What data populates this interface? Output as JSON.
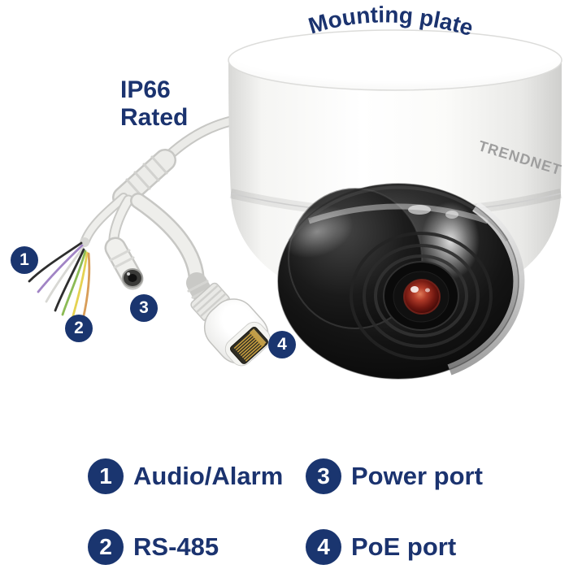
{
  "annotations": {
    "mounting_plate": "Mounting plate",
    "ip_rating_line1": "IP66",
    "ip_rating_line2": "Rated",
    "text_color": "#1b336f"
  },
  "camera": {
    "brand": "TRENDNET",
    "body_color": "#f6f6f4",
    "dome_color": "#141414",
    "lens_red": "#8e2418",
    "logo_gray": "#9e9e9e",
    "silver_rim": "#b5b5b5"
  },
  "markers": [
    {
      "number": "1"
    },
    {
      "number": "2"
    },
    {
      "number": "3"
    },
    {
      "number": "4"
    }
  ],
  "wire_colors": [
    "#2e2e2e",
    "#a184c5",
    "#d8d8d4",
    "#2e2e2e",
    "#8cbb55",
    "#e5d252",
    "#d89d58"
  ],
  "legend": {
    "badge_color": "#1a356f",
    "items": [
      {
        "number": "1",
        "label": "Audio/Alarm"
      },
      {
        "number": "3",
        "label": "Power port"
      },
      {
        "number": "2",
        "label": "RS-485"
      },
      {
        "number": "4",
        "label": "PoE port"
      }
    ]
  }
}
